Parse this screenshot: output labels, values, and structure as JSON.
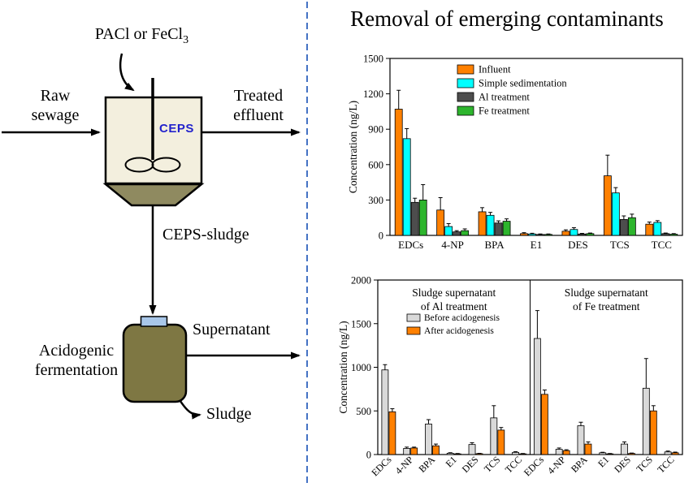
{
  "title": "Removal of emerging contaminants",
  "diagram": {
    "coagulant_main": "PACl or FeCl",
    "coagulant_sub": "3",
    "raw_sewage_label": "Raw sewage",
    "treated_effluent_label": "Treated effluent",
    "ceps_label": "CEPS",
    "ceps_sludge_label": "CEPS-sludge",
    "acidogenic_label": "Acidogenic fermentation",
    "supernatant_label": "Supernatant",
    "sludge_label": "Sludge"
  },
  "colors": {
    "separator": "#4472C4",
    "ceps_text": "#2222CC",
    "tank_fill": "#F3EFDE",
    "hopper_fill": "#8F8A60",
    "fermenter_fill": "#7E7743",
    "fermenter_cap_fill": "#A9C7E9",
    "influent": "#FF8000",
    "simple_sedimentation": "#00FFFF",
    "al_treatment": "#4D4D4D",
    "fe_treatment": "#2DB52D",
    "before_acidogenesis": "#D9D9D9",
    "after_acidogenesis": "#FF8000"
  },
  "chart_data": [
    {
      "type": "bar",
      "title": "",
      "xlabel": "",
      "ylabel": "Concentration (ng/L)",
      "ylim": [
        0,
        1500
      ],
      "yticks": [
        0,
        300,
        600,
        900,
        1200,
        1500
      ],
      "grid": false,
      "legend_position": "inside-top",
      "categories": [
        "EDCs",
        "4-NP",
        "BPA",
        "E1",
        "DES",
        "TCS",
        "TCC"
      ],
      "series": [
        {
          "name": "Influent",
          "color": "#FF8000",
          "values": [
            1070,
            215,
            200,
            15,
            35,
            505,
            95
          ],
          "errors": [
            160,
            105,
            35,
            8,
            12,
            175,
            18
          ]
        },
        {
          "name": "Simple sedimentation",
          "color": "#00FFFF",
          "values": [
            820,
            75,
            170,
            12,
            50,
            360,
            110
          ],
          "errors": [
            85,
            25,
            25,
            6,
            15,
            45,
            15
          ]
        },
        {
          "name": "Al treatment",
          "color": "#4D4D4D",
          "values": [
            280,
            30,
            105,
            8,
            12,
            135,
            15
          ],
          "errors": [
            35,
            10,
            18,
            4,
            5,
            30,
            5
          ]
        },
        {
          "name": "Fe treatment",
          "color": "#2DB52D",
          "values": [
            300,
            40,
            120,
            8,
            15,
            150,
            10
          ],
          "errors": [
            130,
            15,
            20,
            4,
            5,
            30,
            5
          ]
        }
      ]
    },
    {
      "type": "bar",
      "title": "",
      "xlabel": "",
      "ylabel": "Concentration (ng/L)",
      "ylim": [
        0,
        2000
      ],
      "yticks": [
        0,
        500,
        1000,
        1500,
        2000
      ],
      "grid": false,
      "legend_position": "inside-left-panel",
      "categories": [
        "EDCs",
        "4-NP",
        "BPA",
        "E1",
        "DES",
        "TCS",
        "TCC"
      ],
      "legend": [
        "Before acidogenesis",
        "After acidogenesis"
      ],
      "panels": [
        {
          "title_lines": [
            "Sludge supernatant",
            "of Al treatment"
          ],
          "series": [
            {
              "name": "Before acidogenesis",
              "color": "#D9D9D9",
              "values": [
                970,
                70,
                350,
                15,
                115,
                420,
                25
              ],
              "errors": [
                60,
                15,
                50,
                6,
                20,
                140,
                8
              ]
            },
            {
              "name": "After acidogenesis",
              "color": "#FF8000",
              "values": [
                490,
                75,
                100,
                8,
                10,
                280,
                8
              ],
              "errors": [
                35,
                10,
                20,
                4,
                4,
                30,
                4
              ]
            }
          ]
        },
        {
          "title_lines": [
            "Sludge supernatant",
            "of Fe treatment"
          ],
          "series": [
            {
              "name": "Before acidogenesis",
              "color": "#D9D9D9",
              "values": [
                1330,
                60,
                330,
                20,
                120,
                760,
                30
              ],
              "errors": [
                320,
                15,
                40,
                6,
                25,
                340,
                10
              ]
            },
            {
              "name": "After acidogenesis",
              "color": "#FF8000",
              "values": [
                690,
                45,
                120,
                8,
                12,
                500,
                20
              ],
              "errors": [
                50,
                10,
                25,
                4,
                5,
                60,
                8
              ]
            }
          ]
        }
      ]
    }
  ]
}
